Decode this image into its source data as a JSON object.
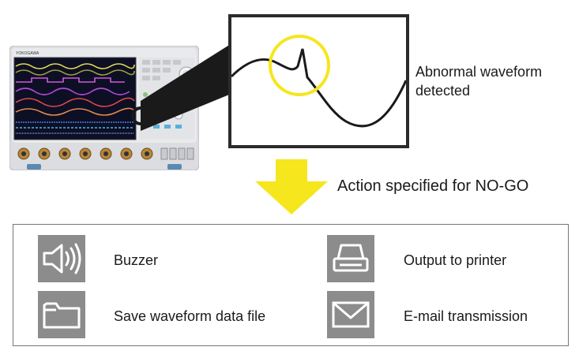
{
  "scope": {
    "brand": "YOKOGAWA"
  },
  "callout": {
    "abnormal_label_line1": "Abnormal waveform",
    "abnormal_label_line2": "detected",
    "highlight_color": "#f5e61e"
  },
  "action_header": "Action specified for NO-GO",
  "arrow_color": "#f5e61e",
  "actions": [
    {
      "label": "Buzzer",
      "icon": "speaker-icon"
    },
    {
      "label": "Output to printer",
      "icon": "printer-icon"
    },
    {
      "label": "Save waveform data file",
      "icon": "folder-icon"
    },
    {
      "label": "E-mail transmission",
      "icon": "envelope-icon"
    }
  ],
  "colors": {
    "icon_tile": "#8c8c8c",
    "scope_screen": "#0d0f25",
    "trace_yellow": "#e8e04a",
    "trace_magenta": "#d05ad6",
    "trace_red": "#e04a4a",
    "trace_blue": "#4a7ae0"
  }
}
